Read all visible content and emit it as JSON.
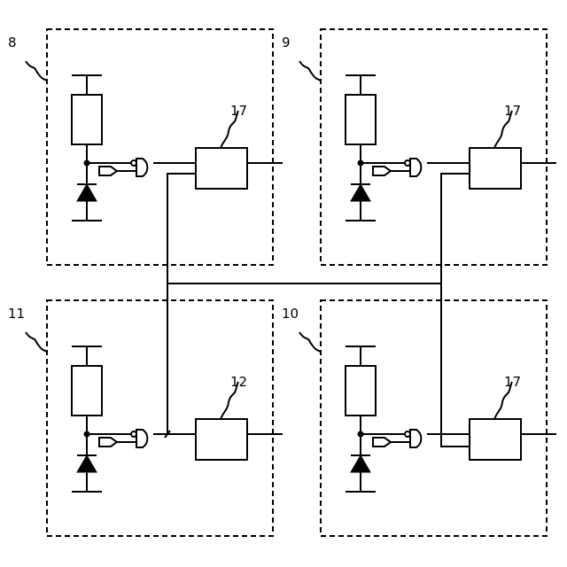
{
  "modules": [
    {
      "id": "module-8",
      "label": "8",
      "block_label": "17"
    },
    {
      "id": "module-9",
      "label": "9",
      "block_label": "17"
    },
    {
      "id": "module-11",
      "label": "11",
      "block_label": "12"
    },
    {
      "id": "module-10",
      "label": "10",
      "block_label": "17"
    }
  ]
}
